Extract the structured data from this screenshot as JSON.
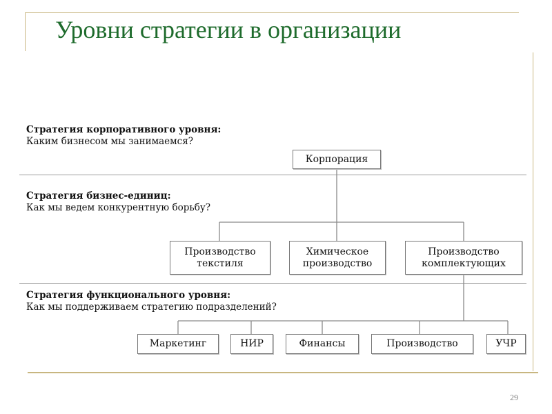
{
  "slide": {
    "title": "Уровни стратегии в организации",
    "page_number": "29"
  },
  "levels": [
    {
      "heading": "Стратегия корпоративного уровня:",
      "question": "Каким бизнесом мы занимаемся?"
    },
    {
      "heading": "Стратегия бизнес-единиц:",
      "question": "Как мы ведем конкурентную борьбу?"
    },
    {
      "heading": "Стратегия функционального уровня:",
      "question": "Как мы поддерживаем стратегию подразделений?"
    }
  ],
  "nodes": {
    "corporation": "Корпорация",
    "business_units": [
      {
        "line1": "Производство",
        "line2": "текстиля"
      },
      {
        "line1": "Химическое",
        "line2": "производство"
      },
      {
        "line1": "Производство",
        "line2": "комплектующих"
      }
    ],
    "functions": [
      "Маркетинг",
      "НИР",
      "Финансы",
      "Производство",
      "УЧР"
    ]
  },
  "colors": {
    "title": "#1e6b2c",
    "frame": "#c8b680",
    "separator": "#9a9a9a",
    "connector": "#8a8a8a"
  }
}
